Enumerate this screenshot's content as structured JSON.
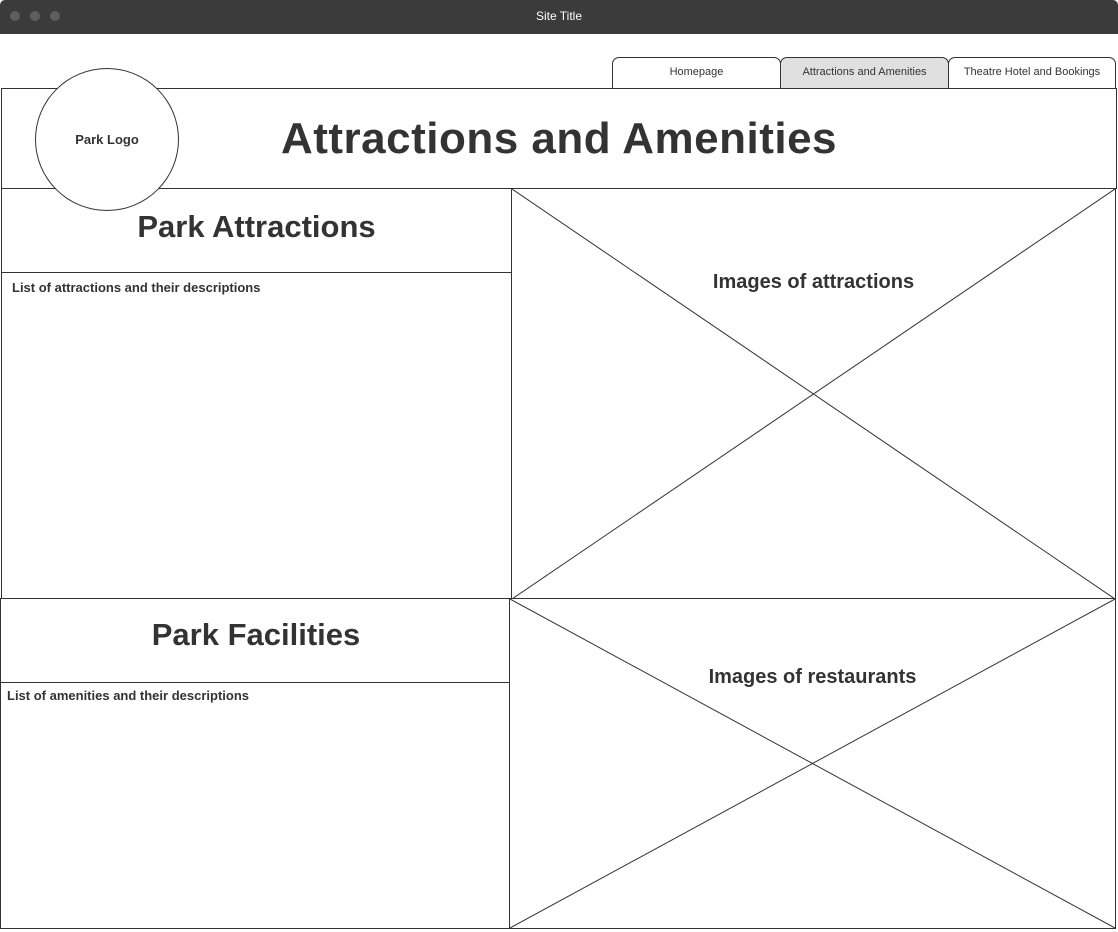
{
  "window": {
    "title": "Site Title"
  },
  "tabs": [
    {
      "label": "Homepage",
      "active": false
    },
    {
      "label": "Attractions and Amenities",
      "active": true
    },
    {
      "label": "Theatre Hotel and Bookings",
      "active": false
    }
  ],
  "header": {
    "logo_text": "Park Logo",
    "title": "Attractions and Amenities"
  },
  "attractions": {
    "title": "Park Attractions",
    "description": "List of attractions and their descriptions",
    "image_label": "Images of attractions"
  },
  "facilities": {
    "title": "Park Facilities",
    "description": "List of amenities and their descriptions",
    "image_label": "Images of restaurants"
  },
  "colors": {
    "titlebar": "#3b3b3b",
    "border": "#333333",
    "active_tab": "#e0e0e0"
  },
  "icons": [
    "close-dot-icon",
    "minimize-dot-icon",
    "maximize-dot-icon"
  ]
}
